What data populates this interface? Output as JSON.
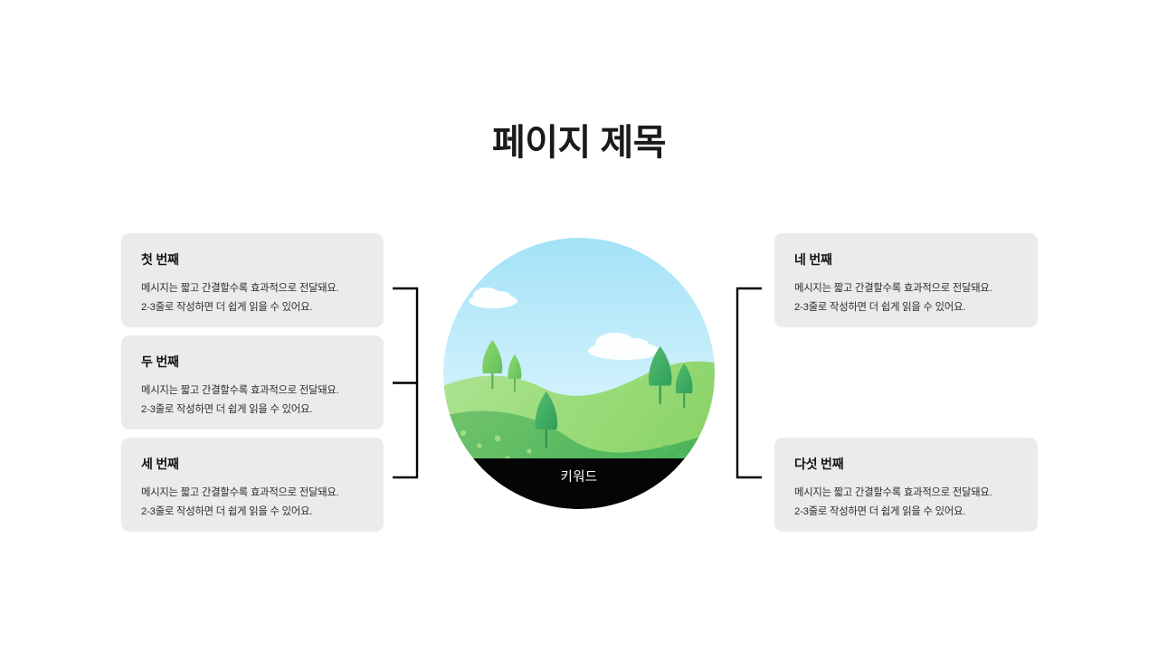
{
  "slide": {
    "title": "페이지 제목",
    "background_color": "#ffffff"
  },
  "center": {
    "keyword_label": "키워드",
    "illustration_name": "green-hills-landscape",
    "colors": {
      "sky_top": "#a3e2f7",
      "sky_bottom": "#eefbff",
      "hill_light": "#a6e086",
      "hill_mid": "#8ed56f",
      "hill_dark": "#54b85f",
      "tree_light": "#7cc95e",
      "tree_dark": "#3faa63",
      "band": "#050505",
      "cloud": "#ffffff"
    }
  },
  "cards": {
    "left": [
      {
        "title": "첫 번째",
        "line1": "메시지는 짧고 간결할수록 효과적으로 전달돼요.",
        "line2": "2-3줄로 작성하면 더 쉽게 읽을 수 있어요."
      },
      {
        "title": "두 번째",
        "line1": "메시지는 짧고 간결할수록 효과적으로 전달돼요.",
        "line2": "2-3줄로 작성하면 더 쉽게 읽을 수 있어요."
      },
      {
        "title": "세 번째",
        "line1": "메시지는 짧고 간결할수록 효과적으로 전달돼요.",
        "line2": "2-3줄로 작성하면 더 쉽게 읽을 수 있어요."
      }
    ],
    "right": [
      {
        "title": "네 번째",
        "line1": "메시지는 짧고 간결할수록 효과적으로 전달돼요.",
        "line2": "2-3줄로 작성하면 더 쉽게 읽을 수 있어요."
      },
      {
        "title": "다섯 번째",
        "line1": "메시지는 짧고 간결할수록 효과적으로 전달돼요.",
        "line2": "2-3줄로 작성하면 더 쉽게 읽을 수 있어요."
      }
    ],
    "style": {
      "background_color": "#ebebeb",
      "title_color": "#141414",
      "body_color": "#2c2c2c"
    }
  },
  "connectors": {
    "left_bracket_name": "bracket-left",
    "right_bracket_name": "bracket-right",
    "stroke_color": "#000000"
  }
}
